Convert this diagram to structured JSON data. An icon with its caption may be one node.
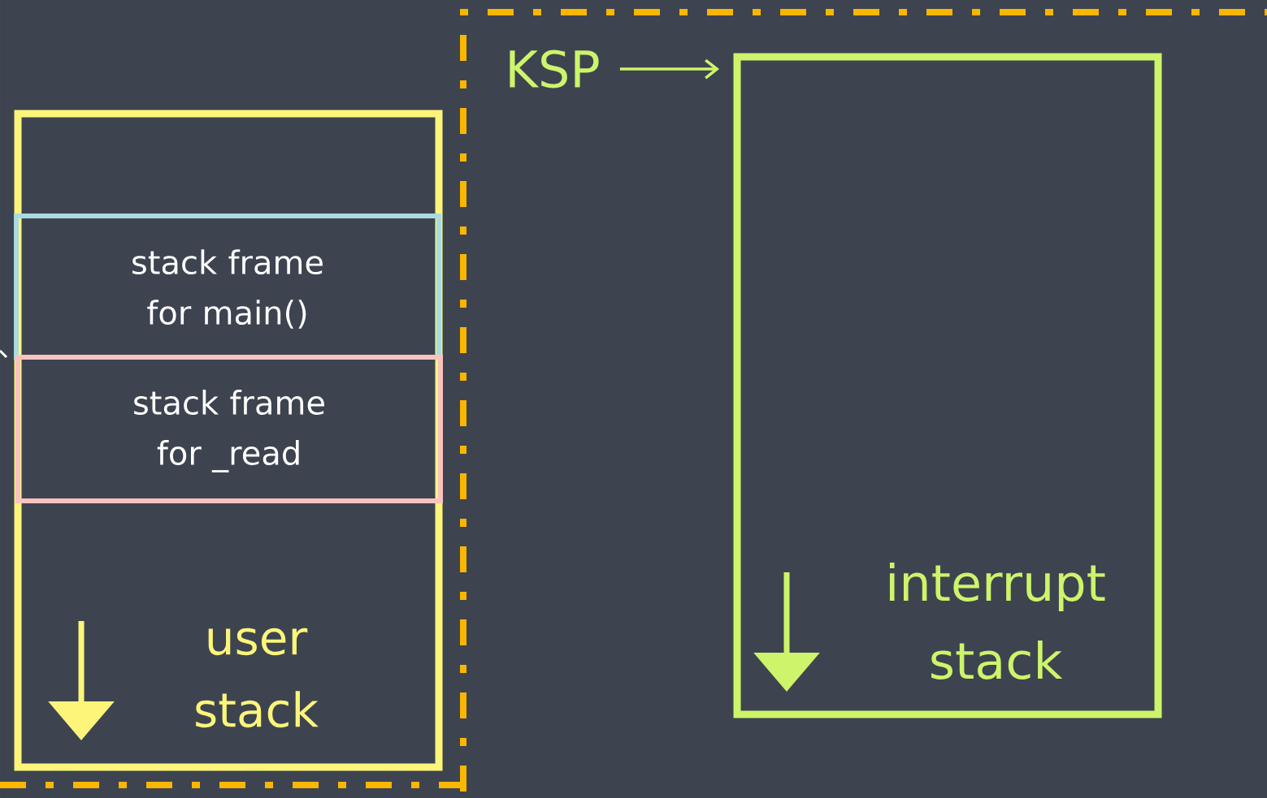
{
  "diagram": {
    "nodes": [
      {
        "text": [
          "user stack"
        ]
      },
      {
        "text": [
          "stack frame for main()"
        ],
        "in": 0
      },
      {
        "text": [
          "stack frame for _read"
        ],
        "in": 0
      },
      {
        "text": [
          "KSP"
        ]
      },
      {
        "text": [
          "interrupt stack"
        ]
      }
    ],
    "edges": [
      {
        "from": 3,
        "to": 4,
        "arrow": "to"
      }
    ]
  }
}
